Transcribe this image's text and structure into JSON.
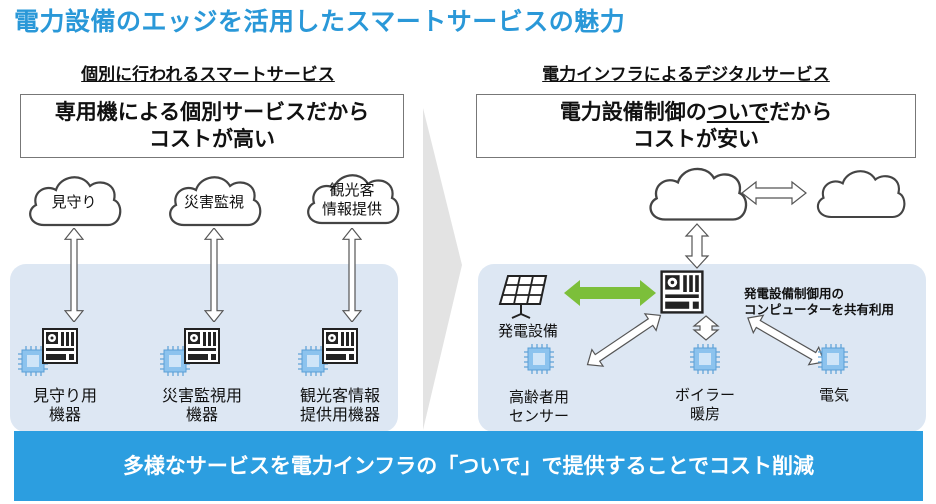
{
  "title": "電力設備のエッジを活用したスマートサービスの魅力",
  "left": {
    "heading": "個別に行われるスマートサービス",
    "callout_line1": "専用機による個別サービスだから",
    "callout_line2": "コストが高い",
    "clouds": [
      "見守り",
      "災害監視",
      "観光客",
      "情報提供"
    ],
    "devices": [
      {
        "line1": "見守り用",
        "line2": "機器"
      },
      {
        "line1": "災害監視用",
        "line2": "機器"
      },
      {
        "line1": "観光客情報",
        "line2": "提供用機器"
      }
    ]
  },
  "right": {
    "heading": "電力インフラによるデジタルサービス",
    "callout_line1_a": "電力設備制御の",
    "callout_line1_b": "ついで",
    "callout_line1_c": "だから",
    "callout_line2": "コストが安い",
    "solar_label": "発電設備",
    "note_line1": "発電設備制御用の",
    "note_line2": "コンピューターを共有利用",
    "sensor_line1": "高齢者用",
    "sensor_line2": "センサー",
    "boiler_line1": "ボイラー",
    "boiler_line2": "暖房",
    "electric_label": "電気"
  },
  "banner": "多様なサービスを電力インフラの「ついで」で提供することでコスト削減",
  "colors": {
    "title": "#2a98d8",
    "panel": "#dde7f3",
    "banner": "#2c9ee0",
    "green_arrow": "#7cbf3a",
    "chip": "#7fbbe8"
  }
}
